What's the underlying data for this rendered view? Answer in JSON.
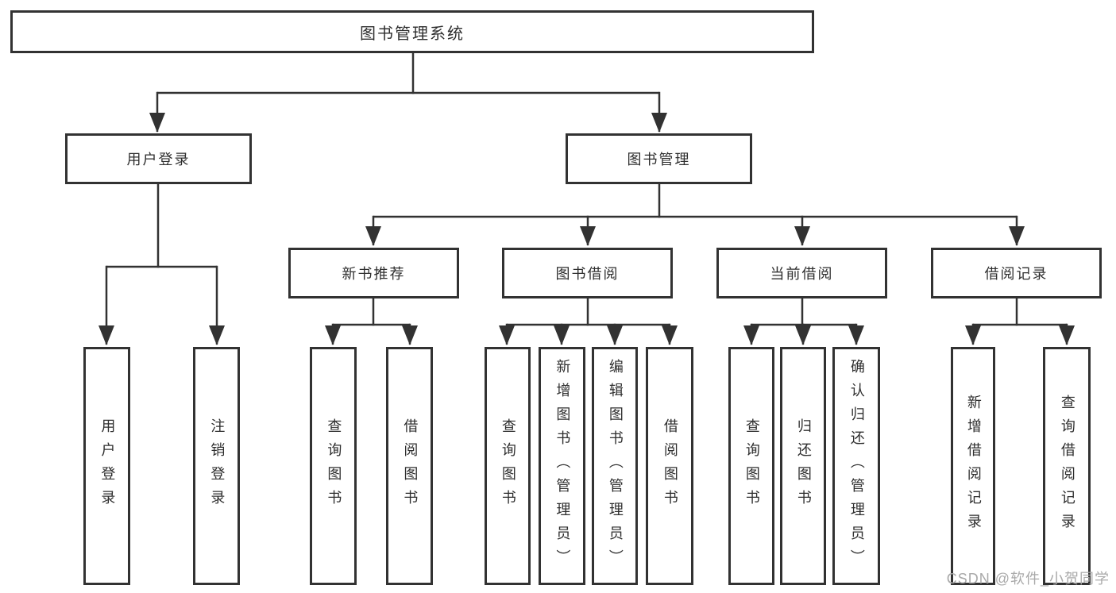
{
  "tree": {
    "root": "图书管理系统",
    "level2": [
      "用户登录",
      "图书管理"
    ],
    "level3": [
      "新书推荐",
      "图书借阅",
      "当前借阅",
      "借阅记录"
    ],
    "leaves": {
      "user_login": [
        "用户登录",
        "注销登录"
      ],
      "new_book": [
        "查询图书",
        "借阅图书"
      ],
      "book_borrow": [
        "查询图书",
        "新增图书（管理员）",
        "编辑图书（管理员）",
        "借阅图书"
      ],
      "current_borrow": [
        "查询图书",
        "归还图书",
        "确认归还（管理员）"
      ],
      "borrow_record": [
        "新增借阅记录",
        "查询借阅记录"
      ]
    }
  },
  "watermark": "CSDN @软件_小贺同学",
  "colors": {
    "line": "#323232",
    "text": "#2e2e2e",
    "box_background": "#ffffff",
    "watermark": "#a9a9a9"
  }
}
